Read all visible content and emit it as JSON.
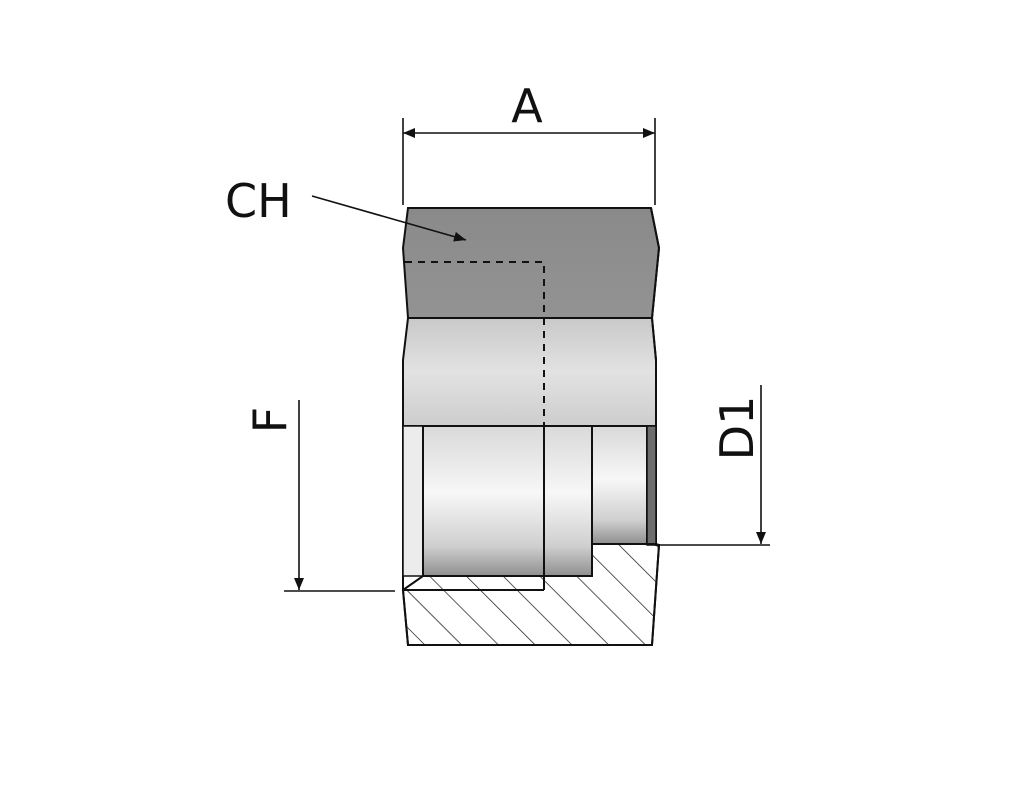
{
  "diagram": {
    "labels": {
      "width": "A",
      "hex": "CH",
      "thread": "F",
      "bore": "D1"
    },
    "colors": {
      "outline": "#111111",
      "hex_face": "#8e8e8e",
      "chamfer_band": "#d6d6d6",
      "bore_light": "#ededed",
      "bore_shadow": "#9a9a9a",
      "section_fill": "#ffffff"
    }
  }
}
